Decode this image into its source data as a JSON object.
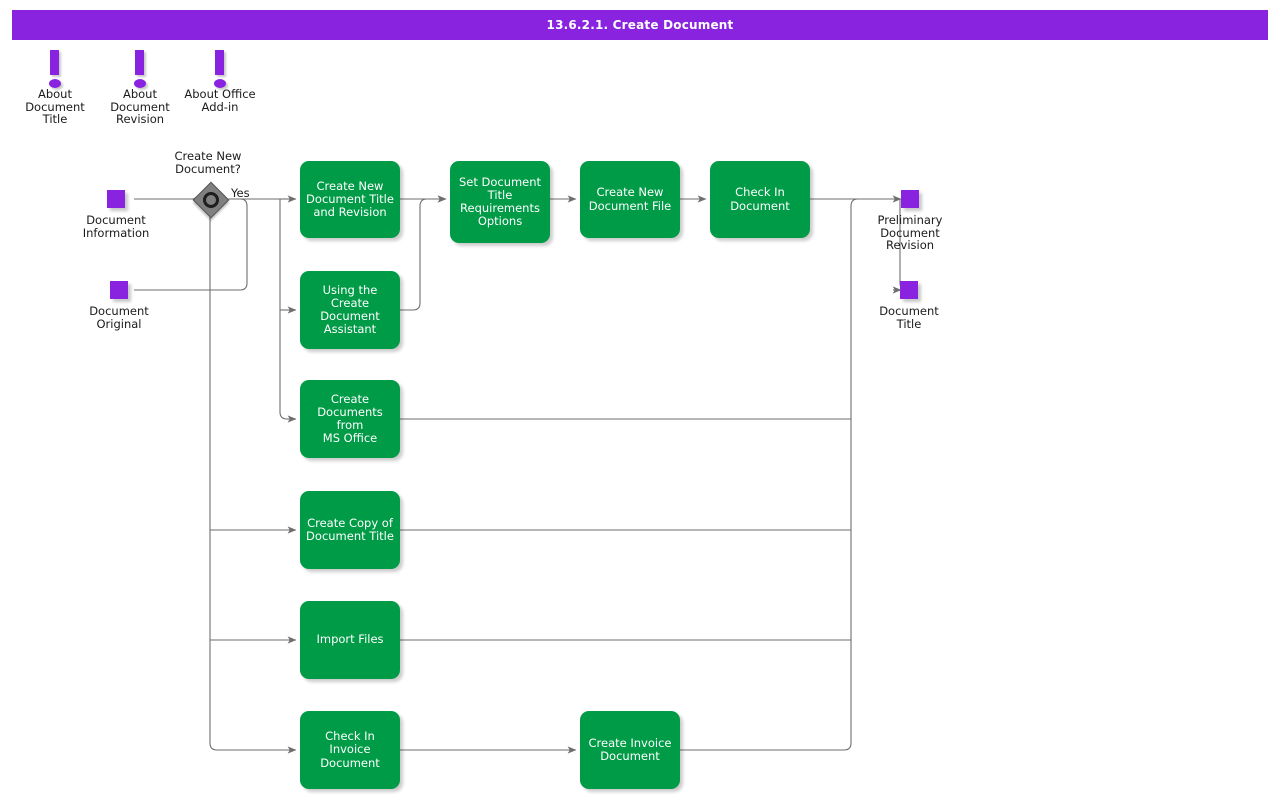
{
  "header": {
    "title": "13.6.2.1. Create Document"
  },
  "colors": {
    "accent_purple": "#8A23E0",
    "process_green": "#009B46",
    "decision_gray": "#808080",
    "wire_gray": "#6E6E6E",
    "text_dark": "#1A1A1A",
    "canvas": "#FFFFFF"
  },
  "notes": [
    {
      "label": "About\nDocument\nTitle",
      "icon": "exclamation-icon"
    },
    {
      "label": "About\nDocument\nRevision",
      "icon": "exclamation-icon"
    },
    {
      "label": "About Office\nAdd-in",
      "icon": "exclamation-icon"
    }
  ],
  "inputs": [
    {
      "label": "Document\nInformation"
    },
    {
      "label": "Document\nOriginal"
    }
  ],
  "decision": {
    "label": "Create New\nDocument?",
    "yes_label": "Yes"
  },
  "processes": [
    {
      "id": "create-new-document-title-and-revision",
      "label": "Create New\nDocument Title\nand Revision"
    },
    {
      "id": "set-document-title-requirements-options",
      "label": "Set Document\nTitle\nRequirements\nOptions"
    },
    {
      "id": "create-new-document-file",
      "label": "Create New\nDocument File"
    },
    {
      "id": "check-in-document",
      "label": "Check In\nDocument"
    },
    {
      "id": "using-the-create-document-assistant",
      "label": "Using the Create\nDocument\nAssistant"
    },
    {
      "id": "create-documents-from-ms-office",
      "label": "Create\nDocuments from\nMS Office"
    },
    {
      "id": "create-copy-of-document-title",
      "label": "Create Copy of\nDocument Title"
    },
    {
      "id": "import-files",
      "label": "Import Files"
    },
    {
      "id": "check-in-invoice-document",
      "label": "Check In\nInvoice\nDocument"
    },
    {
      "id": "create-invoice-document",
      "label": "Create Invoice\nDocument"
    }
  ],
  "outputs": [
    {
      "label": "Preliminary\nDocument\nRevision"
    },
    {
      "label": "Document\nTitle"
    }
  ]
}
